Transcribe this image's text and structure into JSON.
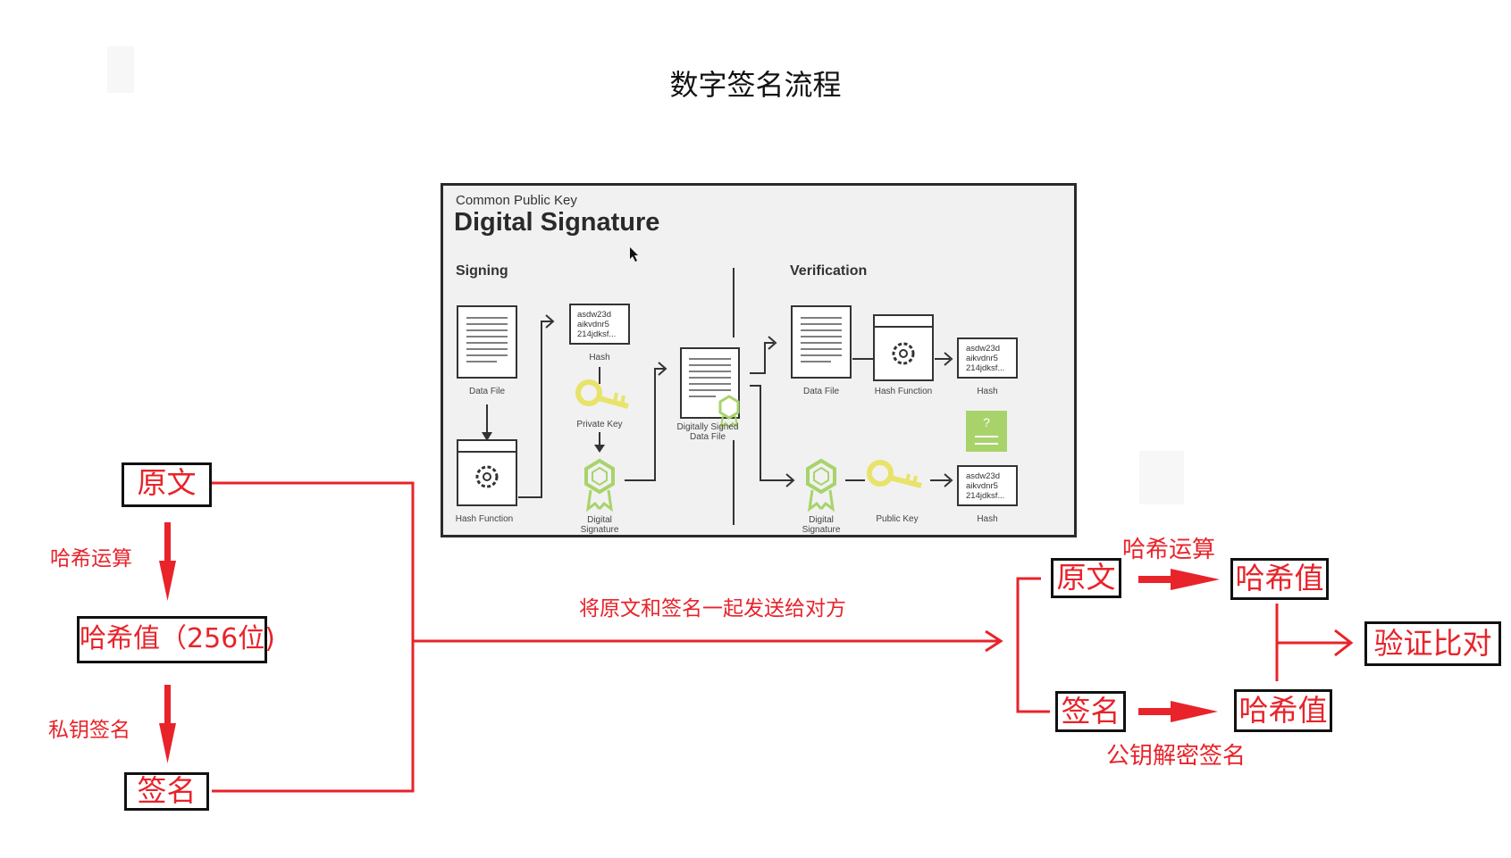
{
  "page": {
    "title": "数字签名流程"
  },
  "panel": {
    "subtitle": "Common Public Key",
    "title": "Digital Signature",
    "signing_heading": "Signing",
    "verification_heading": "Verification",
    "data_file_label": "Data File",
    "hash_label": "Hash",
    "hash_text": [
      "asdw23d",
      "aikvdnr5",
      "214jdksf..."
    ],
    "private_key_label": "Private Key",
    "hash_function_label": "Hash Function",
    "digital_signature_label": [
      "Digital",
      "Signature"
    ],
    "signed_file_label": [
      "Digitally Signed",
      "Data File"
    ],
    "public_key_label": "Public Key",
    "question_mark": "?"
  },
  "left_flow": {
    "original": "原文",
    "step1": "哈希运算",
    "hash_value": "哈希值（256位)",
    "step2": "私钥签名",
    "signature": "签名"
  },
  "transfer_label": "将原文和签名一起发送给对方",
  "right_flow": {
    "original": "原文",
    "hash_op": "哈希运算",
    "hash_value_top": "哈希值",
    "signature": "签名",
    "decrypt_op": "公钥解密签名",
    "hash_value_bottom": "哈希值",
    "verify": "验证比对"
  },
  "colors": {
    "accent_red": "#e8232a",
    "panel_green": "#a8d36b",
    "key_yellow": "#e8e36a"
  }
}
